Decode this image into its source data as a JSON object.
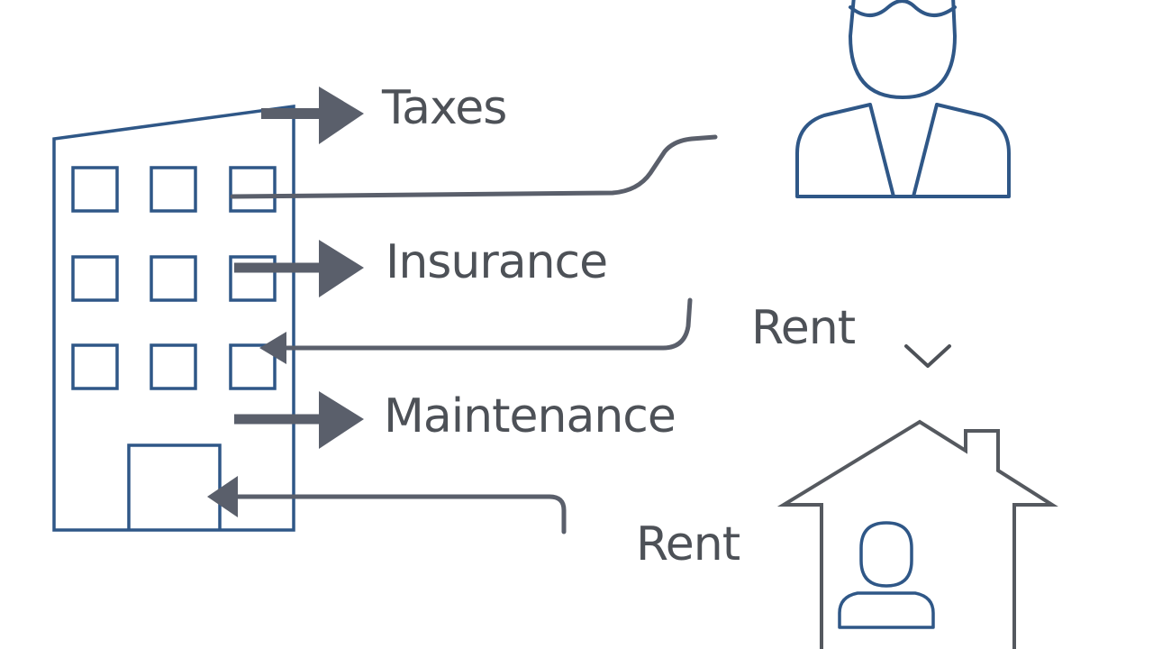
{
  "labels": {
    "taxes": "Taxes",
    "insurance": "Insurance",
    "maintenance": "Maintenance",
    "rent_upper": "Rent",
    "rent_lower": "Rent"
  },
  "colors": {
    "building_outline": "#2f5787",
    "arrow": "#5a5f6b",
    "label_text": "#4d5157",
    "person_outline": "#2f5787",
    "house_outline": "#55595f",
    "tenant_outline": "#2f5787",
    "chevron": "#4d5157"
  },
  "icons": {
    "building": "office-building-icon",
    "landlord": "person-icon",
    "house": "house-icon",
    "tenant": "tenant-person-icon",
    "chevron": "chevron-down-icon"
  }
}
